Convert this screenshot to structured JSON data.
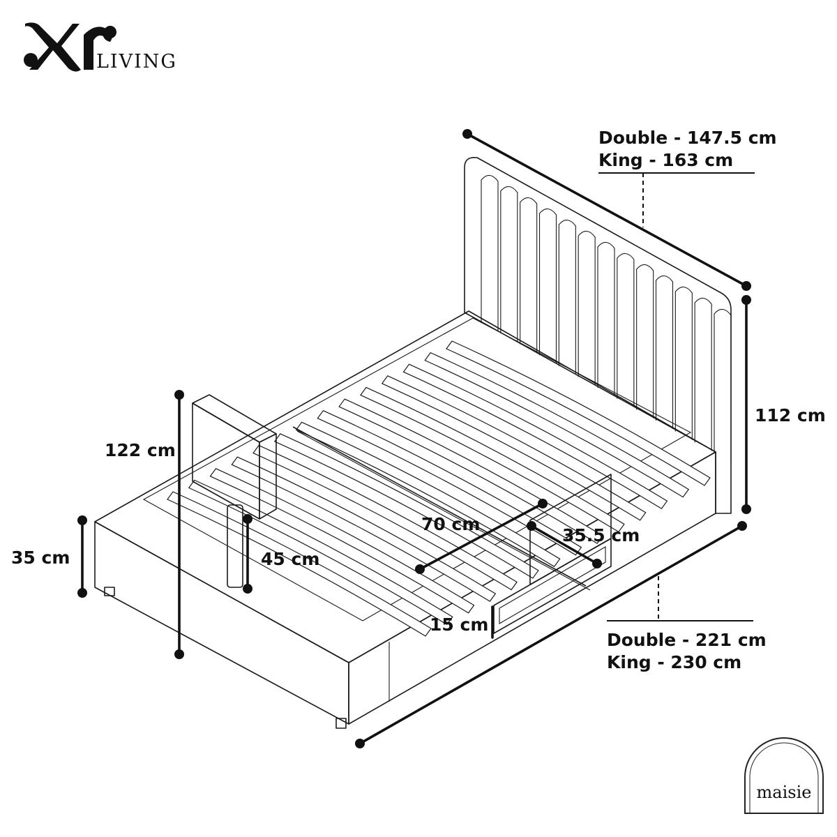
{
  "brand": {
    "logo_mark": "XR",
    "logo_word": "LIVING",
    "badge": "maisie"
  },
  "dimensions": {
    "width_double": "Double - 147.5 cm",
    "width_king": "King - 163 cm",
    "length_double": "Double - 221 cm",
    "length_king": "King - 230 cm",
    "headboard_height": "112 cm",
    "footboard_height": "122 cm",
    "base_height": "35 cm",
    "tv_width": "70 cm",
    "footboard_gap": "45 cm",
    "drawer_depth": "35.5 cm",
    "drawer_height": "15 cm"
  },
  "colors": {
    "ink": "#111111",
    "background": "#ffffff"
  }
}
